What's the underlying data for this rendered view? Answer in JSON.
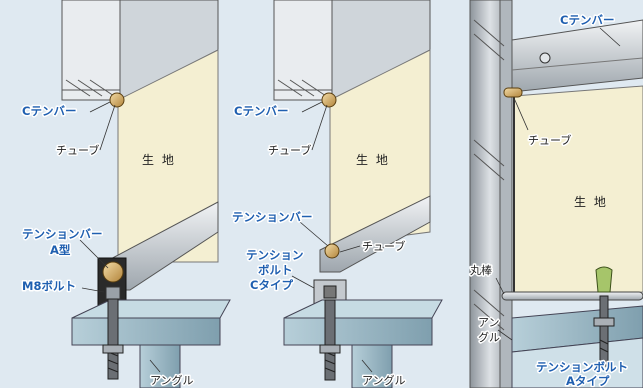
{
  "panels": [
    {
      "id": "a",
      "labels": {
        "c_tension_bar": "Cテンバー",
        "tube": "チューブ",
        "cloth": "生 地",
        "tension_bar_line1": "テンションバー",
        "tension_bar_line2": "A型",
        "bolt": "M8ボルト",
        "angle": "アングル"
      }
    },
    {
      "id": "b",
      "labels": {
        "c_tension_bar": "Cテンバー",
        "tube_top": "チューブ",
        "cloth": "生 地",
        "tension_bar": "テンションバー",
        "tube_bottom": "チューブ",
        "tension_bolt_line1": "テンション",
        "tension_bolt_line2": "ボルト",
        "tension_bolt_line3": "Cタイプ",
        "angle": "アングル"
      }
    },
    {
      "id": "c",
      "labels": {
        "c_tension_bar": "Cテンバー",
        "tube": "チューブ",
        "cloth": "生 地",
        "round_bar": "丸棒",
        "angle_line1": "アン",
        "angle_line2": "グル",
        "tension_bolt_line1": "テンションボルト",
        "tension_bolt_line2": "Aタイプ"
      }
    }
  ],
  "colors": {
    "background": "#dfe9f1",
    "cloth": "#f4efd2",
    "label_blue": "#1f5fb0",
    "metal": "#c9ced3",
    "tube": "#d8b06a"
  }
}
